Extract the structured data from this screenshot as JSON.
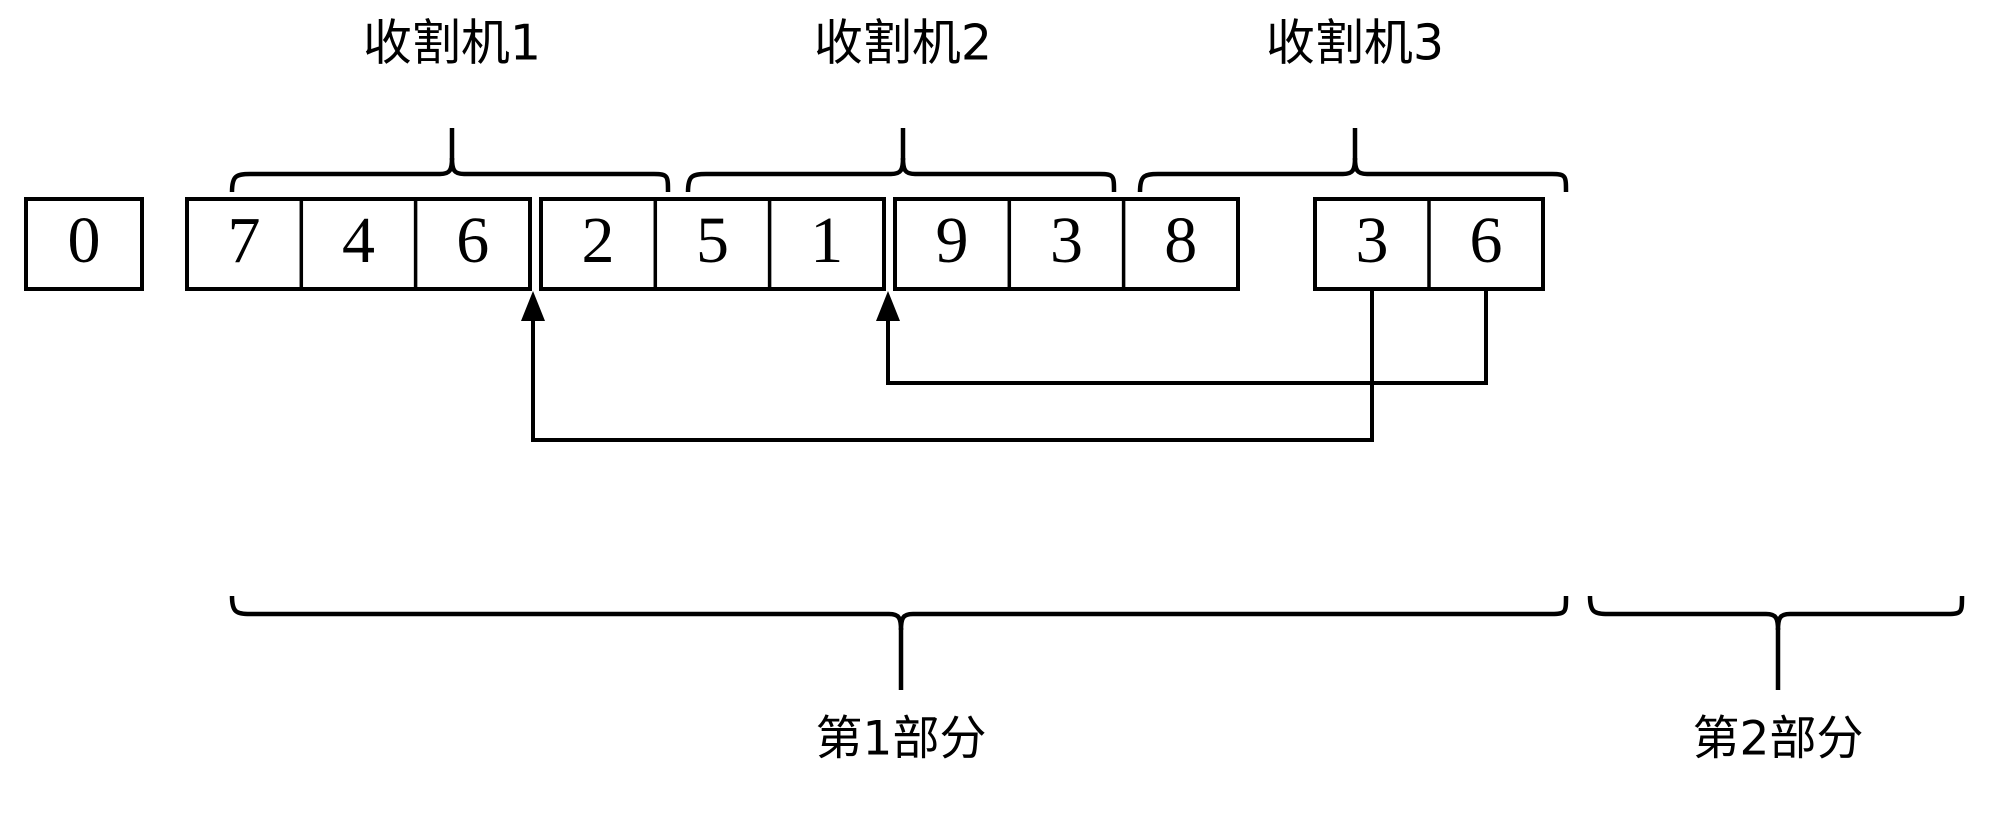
{
  "diagram": {
    "type": "array-partition-diagram",
    "background_color": "#ffffff",
    "line_color": "#000000",
    "groups": [
      {
        "id": "sentinel",
        "label": "",
        "cells": [
          "0"
        ]
      },
      {
        "id": "harvester-1",
        "label": "收割机1",
        "cells": [
          "7",
          "4",
          "6"
        ]
      },
      {
        "id": "harvester-2",
        "label": "收割机2",
        "cells": [
          "2",
          "5",
          "1"
        ]
      },
      {
        "id": "harvester-3",
        "label": "收割机3",
        "cells": [
          "9",
          "3",
          "8"
        ]
      },
      {
        "id": "remainder",
        "label": "",
        "cells": [
          "3",
          "6"
        ]
      }
    ],
    "top_brace_labels": [
      "收割机1",
      "收割机2",
      "收割机3"
    ],
    "bottom_brace_labels": [
      "第1部分",
      "第2部分"
    ],
    "connectors": [
      {
        "id": "connector-from-3",
        "source_cell": "3",
        "target_label": "boundary-after-harvester-1"
      },
      {
        "id": "connector-from-6",
        "source_cell": "6",
        "target_label": "boundary-after-harvester-2"
      }
    ]
  }
}
